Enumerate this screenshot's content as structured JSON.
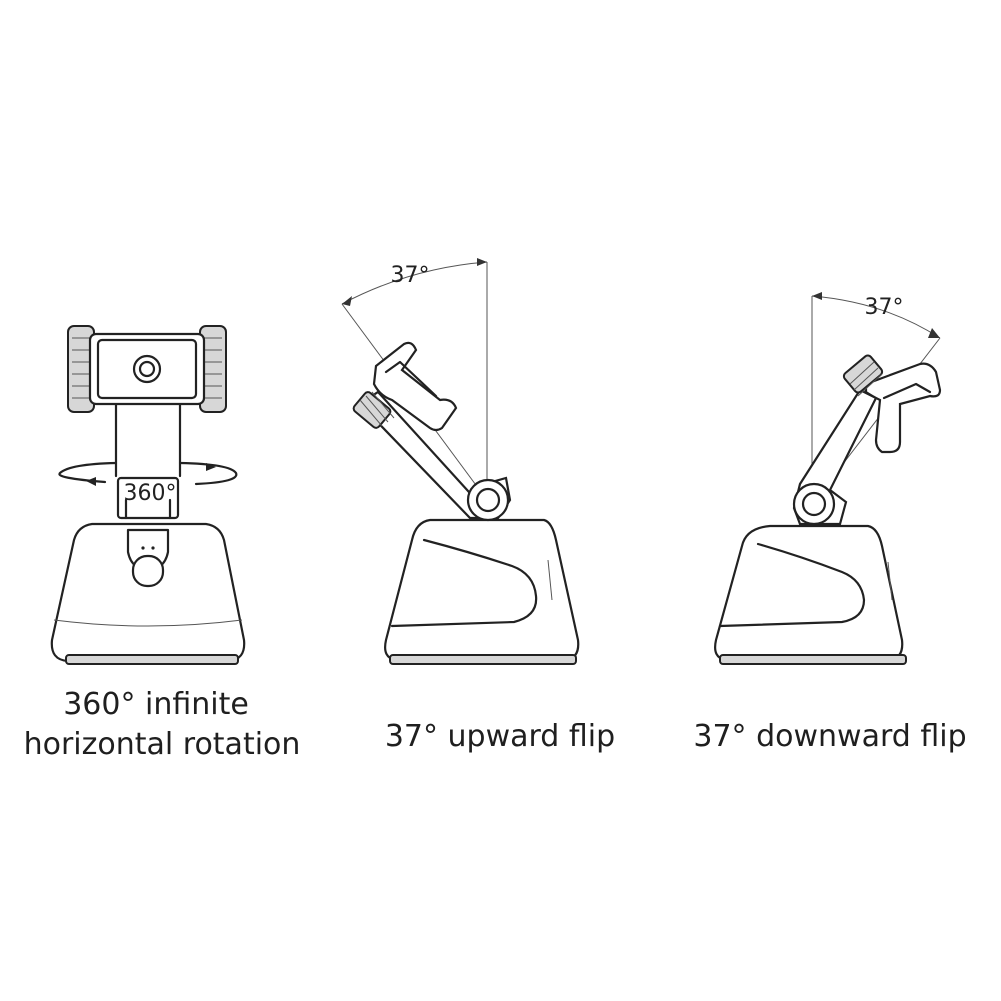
{
  "panels": [
    {
      "angle_label": "360°",
      "caption_lines": [
        "360° infinite",
        "horizontal rotation"
      ]
    },
    {
      "angle_label": "37°",
      "caption_lines": [
        "37° upward flip"
      ]
    },
    {
      "angle_label": "37°",
      "caption_lines": [
        "37° downward flip"
      ]
    }
  ]
}
